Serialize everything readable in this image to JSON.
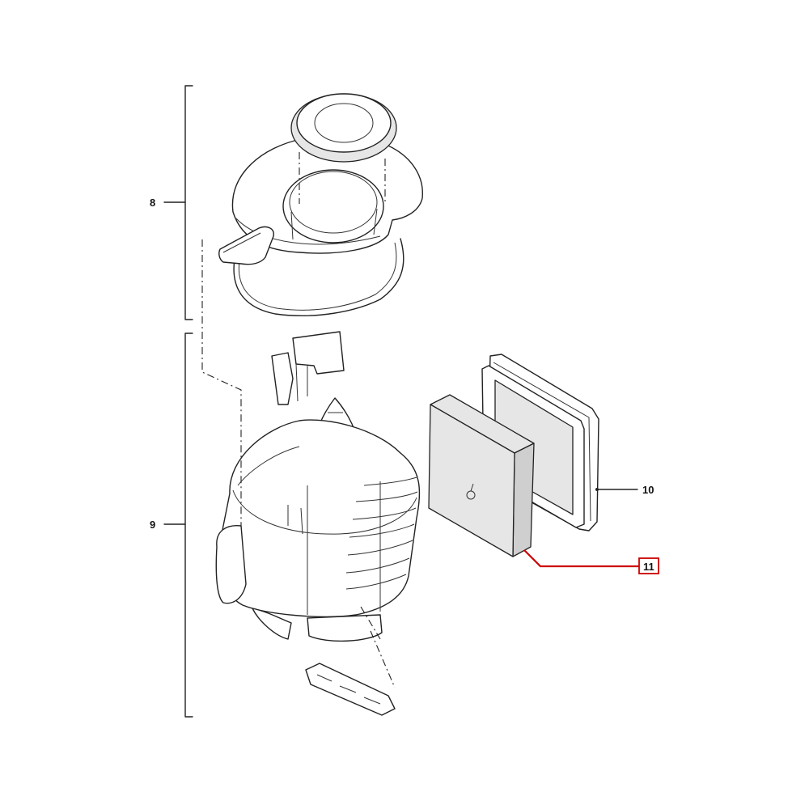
{
  "callouts": {
    "c8": "8",
    "c9": "9",
    "c10": "10",
    "c11": "11"
  },
  "colors": {
    "highlight": "#cc0000",
    "line": "#222222",
    "fill_light": "#e6e6e6"
  }
}
